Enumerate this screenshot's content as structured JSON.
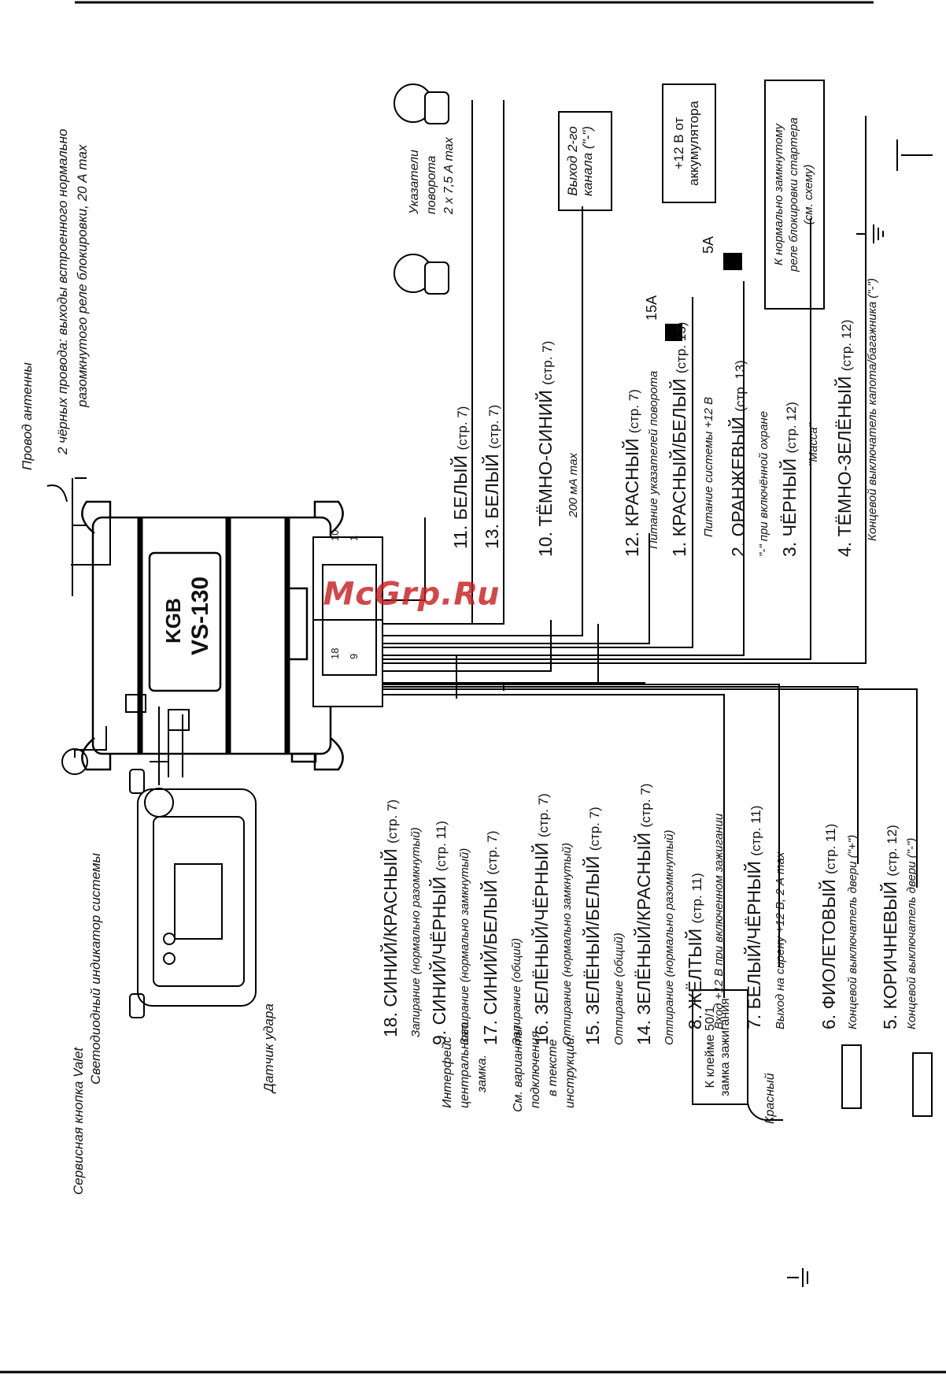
{
  "title": {
    "antenna": "Провод антенны",
    "black_wires_1": "2 чёрных провода: выходы встроенного нормально",
    "black_wires_2": "разомкнутого реле блокировки, 20 А max",
    "valet": "Сервисная кнопка Valet",
    "led": "Светодиодный индикатор системы",
    "shock": "Датчик удара",
    "logo": "KGB",
    "model": "VS-130",
    "pin_10": "10",
    "pin_1": "1",
    "pin_18": "18",
    "pin_9": "9",
    "watermark": "McGrp.Ru"
  },
  "wires_top": [
    {
      "name": "11. БЕЛЫЙ",
      "ref": "(стр. 7)",
      "note": ""
    },
    {
      "name": "13. БЕЛЫЙ",
      "ref": "(стр. 7)",
      "note": ""
    },
    {
      "name": "10. ТЁМНО-СИНИЙ",
      "ref": "(стр. 7)",
      "note": "200 мА max"
    },
    {
      "name": "12. КРАСНЫЙ",
      "ref": "(стр. 7)",
      "note": "Питание указателей поворота"
    },
    {
      "name": "1. КРАСНЫЙ/БЕЛЫЙ",
      "ref": "(стр. 13)",
      "note": "Питание системы +12 В"
    },
    {
      "name": "2. ОРАНЖЕВЫЙ",
      "ref": "(стр. 13)",
      "note": "\"-\" при включённой охране"
    },
    {
      "name": "3. ЧЁРНЫЙ",
      "ref": "(стр. 12)",
      "note": "\"Масса\""
    },
    {
      "name": "4. ТЁМНО-ЗЕЛЁНЫЙ",
      "ref": "(стр. 12)",
      "note": "Концевой выключатель капота/багажника (\"-\")"
    }
  ],
  "wires_bottom": [
    {
      "name": "18. СИНИЙ/КРАСНЫЙ",
      "ref": "(стр. 7)",
      "note": "Запирание (нормально разомкнутый)"
    },
    {
      "name": "9. СИНИЙ/ЧЁРНЫЙ",
      "ref": "(стр. 11)",
      "note": "Запирание (нормально замкнутый)"
    },
    {
      "name": "17. СИНИЙ/БЕЛЫЙ",
      "ref": "(стр. 7)",
      "note": "Запирание (общий)"
    },
    {
      "name": "16. ЗЕЛЁНЫЙ/ЧЁРНЫЙ",
      "ref": "(стр. 7)",
      "note": "Отпирание (нормально замкнутый)"
    },
    {
      "name": "15. ЗЕЛЁНЫЙ/БЕЛЫЙ",
      "ref": "(стр. 7)",
      "note": "Отпирание (общий)"
    },
    {
      "name": "14. ЗЕЛЁНЫЙ/КРАСНЫЙ",
      "ref": "(стр. 7)",
      "note": "Отпирание (нормально разомкнутый)"
    },
    {
      "name": "8. ЖЁЛТЫЙ",
      "ref": "(стр. 11)",
      "note": "Вход +12 В при включенном зажигании"
    },
    {
      "name": "7. БЕЛЫЙ/ЧЁРНЫЙ",
      "ref": "(стр. 11)",
      "note": "Выход на сирену +12 В, 2 А max"
    },
    {
      "name": "6. ФИОЛЕТОВЫЙ",
      "ref": "(стр. 11)",
      "note": "Концевой выключатель двери (\"+\")"
    },
    {
      "name": "5. КОРИЧНЕВЫЙ",
      "ref": "(стр. 12)",
      "note": "Концевой выключатель двери (\"-\")"
    }
  ],
  "boxes": {
    "channel2_1": "Выход 2-го",
    "channel2_2": "канала (\"-\")",
    "battery_1": "+12 В от",
    "battery_2": "аккумулятора",
    "starter_1": "К нормально замкнутому",
    "starter_2": "реле блокировки стартера",
    "starter_3": "(см. схему)",
    "ignition_1": "К клейме 50/1",
    "ignition_2": "замка зажигания"
  },
  "labels": {
    "turn_1": "Указатели",
    "turn_2": "поворота",
    "turn_3": "2 х 7,5 А max",
    "fuse_15": "15А",
    "fuse_5": "5А",
    "siren": "Красный",
    "lock_1": "Интерфейс",
    "lock_2": "центрального",
    "lock_3": "замка.",
    "see_1": "См. варианты",
    "see_2": "подключения",
    "see_3": "в тексте",
    "see_4": "инструкции."
  }
}
